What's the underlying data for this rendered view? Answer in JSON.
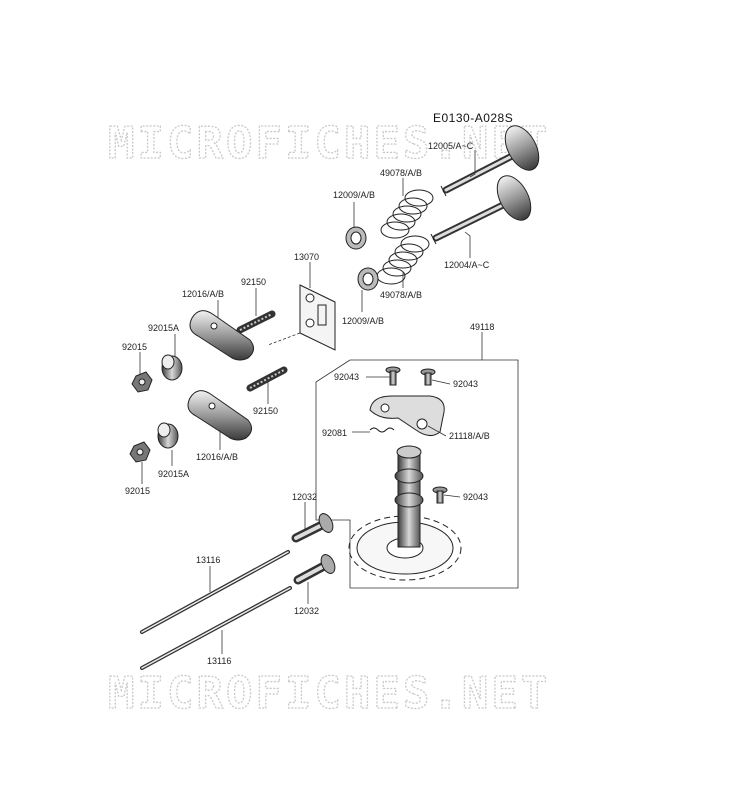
{
  "diagram": {
    "code": "E0130-A028S",
    "watermark": "MICROFICHES.NET",
    "labels": {
      "p12005": "12005/A~C",
      "p12004": "12004/A~C",
      "p49078_top": "49078/A/B",
      "p49078_bot": "49078/A/B",
      "p12009_top": "12009/A/B",
      "p12009_bot": "12009/A/B",
      "p13070": "13070",
      "p92150_top": "92150",
      "p92150_bot": "92150",
      "p12016_top": "12016/A/B",
      "p12016_bot": "12016/A/B",
      "p92015A_top": "92015A",
      "p92015A_bot": "92015A",
      "p92015_top": "92015",
      "p92015_bot": "92015",
      "p49118": "49118",
      "p92043_a": "92043",
      "p92043_b": "92043",
      "p92043_c": "92043",
      "p92081": "92081",
      "p21118": "21118/A/B",
      "p12032_top": "12032",
      "p12032_bot": "12032",
      "p13116_top": "13116",
      "p13116_bot": "13116"
    }
  }
}
